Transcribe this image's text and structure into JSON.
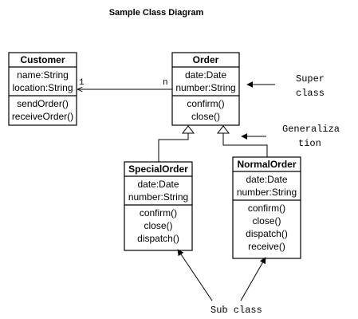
{
  "title": "Sample Class Diagram",
  "classes": {
    "customer": {
      "name": "Customer",
      "attributes": [
        "name:String",
        "location:String"
      ],
      "methods": [
        "sendOrder()",
        "receiveOrder()"
      ]
    },
    "order": {
      "name": "Order",
      "attributes": [
        "date:Date",
        "number:String"
      ],
      "methods": [
        "confirm()",
        "close()"
      ]
    },
    "special_order": {
      "name": "SpecialOrder",
      "attributes": [
        "date:Date",
        "number:String"
      ],
      "methods": [
        "confirm()",
        "close()",
        "dispatch()"
      ]
    },
    "normal_order": {
      "name": "NormalOrder",
      "attributes": [
        "date:Date",
        "number:String"
      ],
      "methods": [
        "confirm()",
        "close()",
        "dispatch()",
        "receive()"
      ]
    }
  },
  "association": {
    "customer_multiplicity": "1",
    "order_multiplicity": "n"
  },
  "annotations": {
    "super_class_line1": "Super",
    "super_class_line2": "class",
    "generalization_line1": "Generaliza",
    "generalization_line2": "tion",
    "sub_class": "Sub class"
  }
}
